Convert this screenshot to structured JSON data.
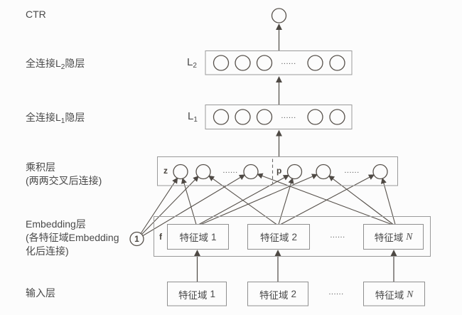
{
  "diagram": {
    "labels": {
      "ctr": "CTR",
      "fc2_pre": "全连接L",
      "fc2_sub": "2",
      "fc2_post": "隐层",
      "fc1_pre": "全连接L",
      "fc1_sub": "1",
      "fc1_post": "隐层",
      "product_line1": "乘积层",
      "product_line2": "(两两交叉后连接)",
      "embedding_line1": "Embedding层",
      "embedding_line2": "(各特征域Embedding",
      "embedding_line3": "化后连接)",
      "input": "输入层"
    },
    "nodes": {
      "l2_pre": "L",
      "l2_sub": "2",
      "l1_pre": "L",
      "l1_sub": "1",
      "z": "z",
      "p": "p",
      "f": "f",
      "one": "1",
      "dots": "......"
    },
    "embedding_fields": [
      {
        "text": "特征域",
        "num": "1"
      },
      {
        "text": "特征域",
        "num": "2"
      },
      {
        "text": "特征域",
        "num": "N"
      }
    ],
    "input_fields": [
      {
        "text": "特征域",
        "num": "1"
      },
      {
        "text": "特征域",
        "num": "2"
      },
      {
        "text": "特征域",
        "num": "N"
      }
    ],
    "colors": {
      "line": "#4e4944",
      "box_border": "#9a9a9a",
      "text": "#4a4a4a",
      "background": "#fcfcfc"
    }
  }
}
